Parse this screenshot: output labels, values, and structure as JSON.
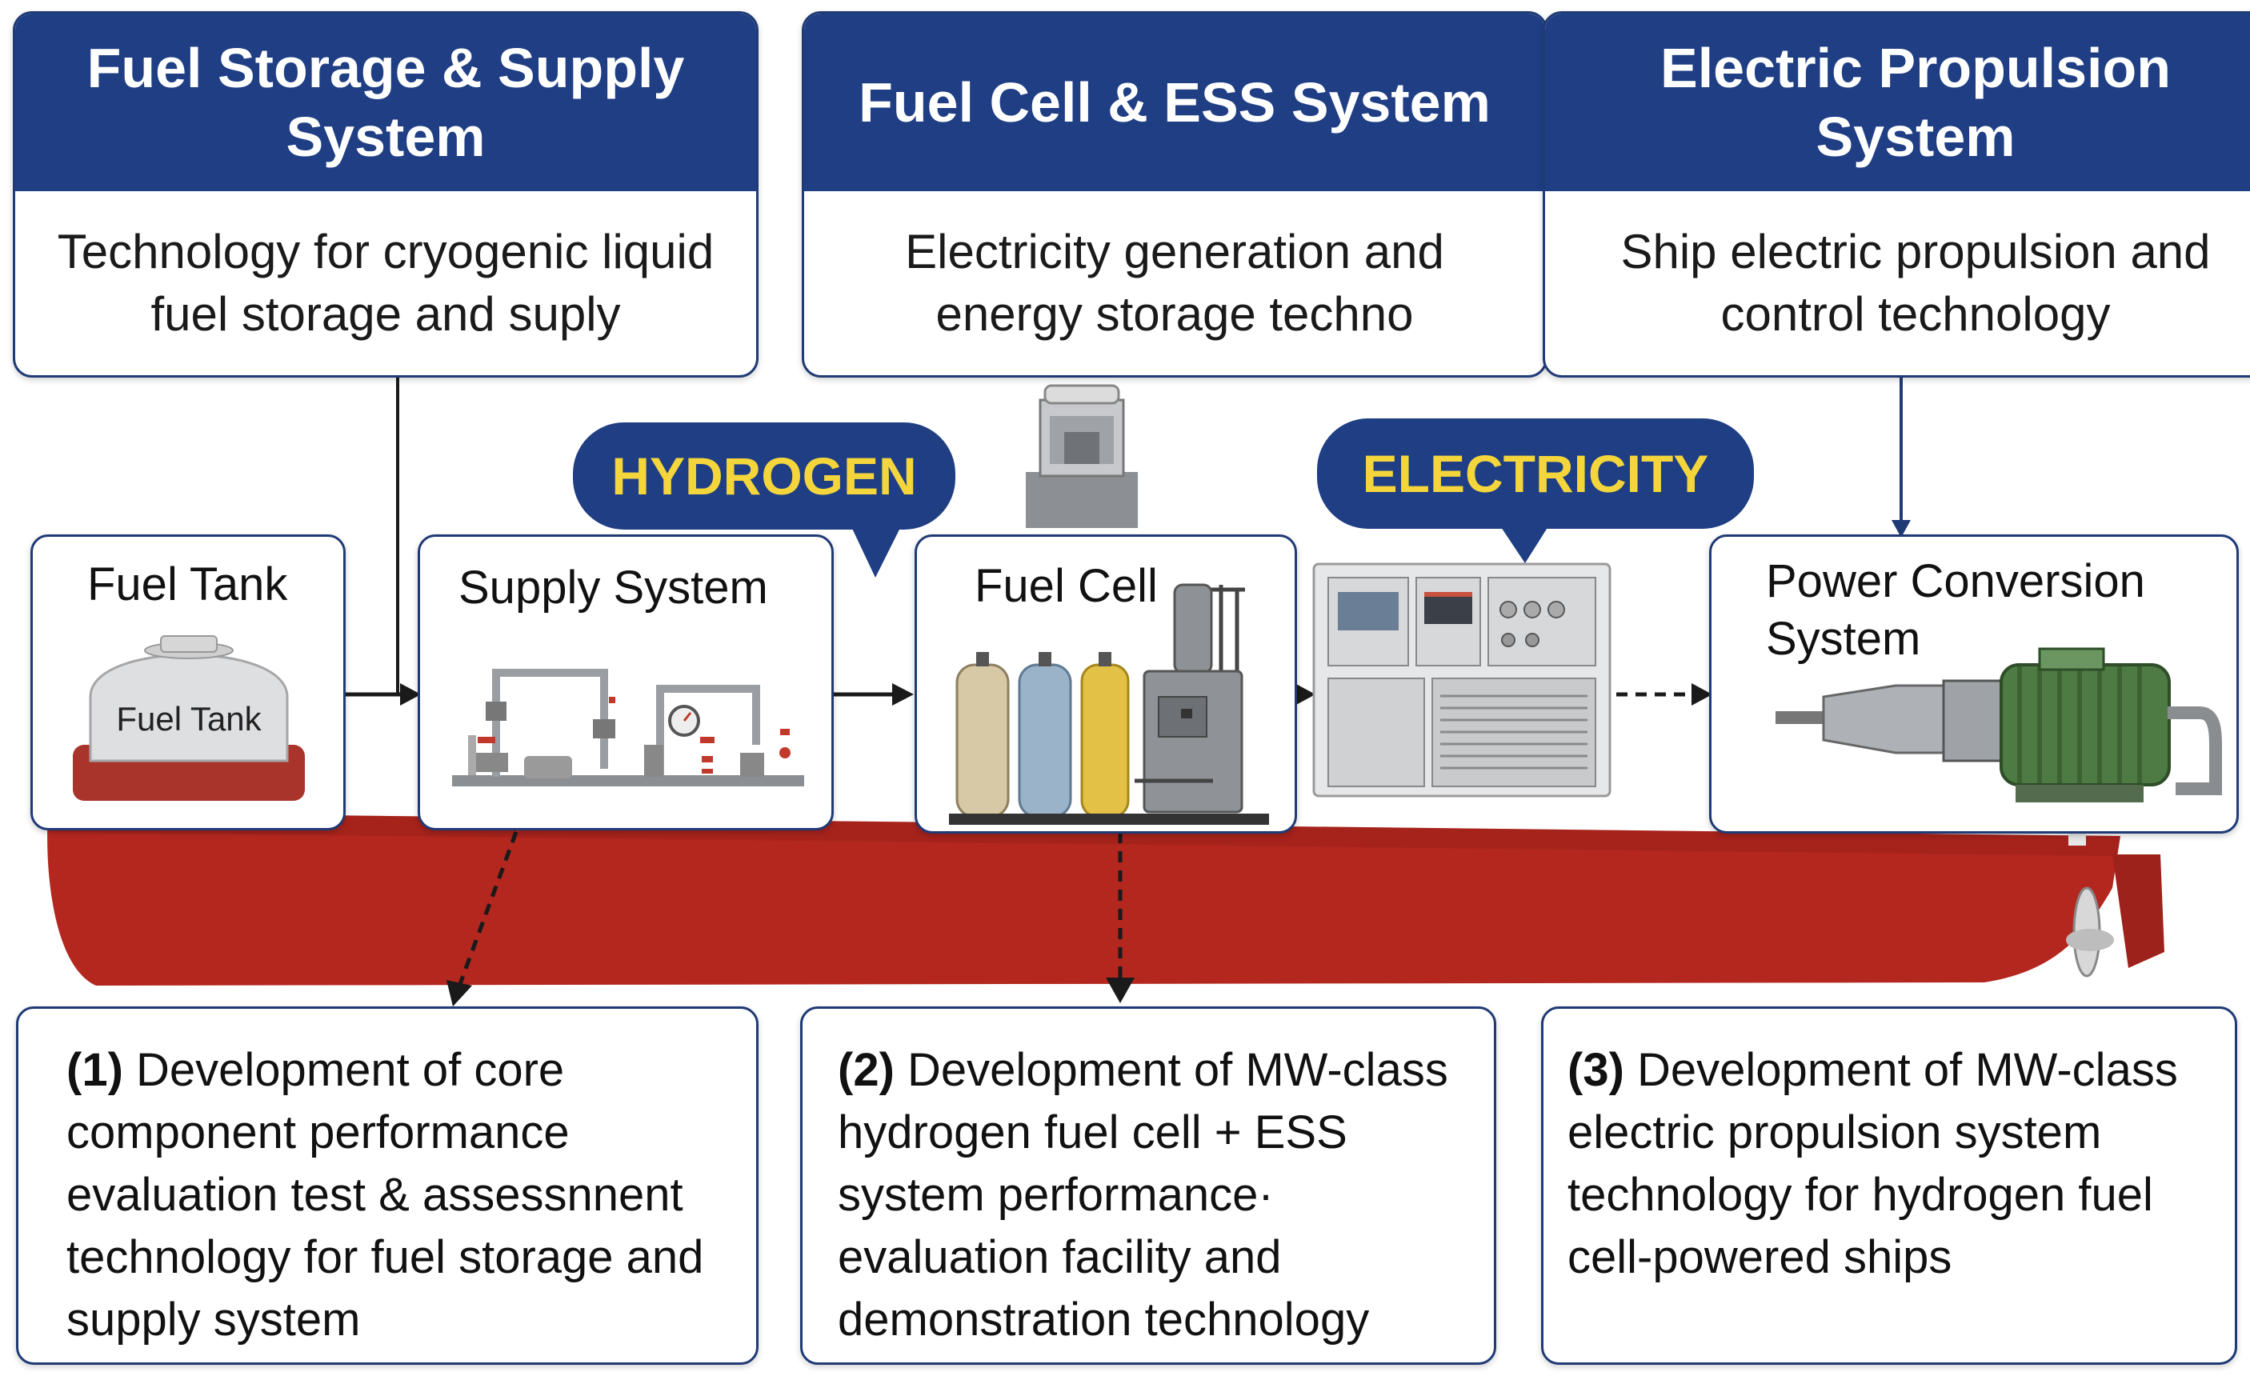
{
  "top_panels": [
    {
      "title": "Fuel Storage & Supply System",
      "description": "Technology for cryogenic liquid fuel storage and suply"
    },
    {
      "title": "Fuel Cell & ESS System",
      "description": "Electricity generation and energy storage techno"
    },
    {
      "title": "Electric Propulsion System",
      "description": "Ship electric propulsion and control technology"
    }
  ],
  "flow_labels": {
    "hydrogen": "HYDROGEN",
    "electricity": "ELECTRICITY"
  },
  "components": {
    "fuel_tank": "Fuel Tank",
    "fuel_tank_tag": "Fuel Tank",
    "supply_system": "Supply System",
    "fuel_cell": "Fuel Cell",
    "power_conversion": "Power Conversion System"
  },
  "results": [
    {
      "number": "(1)",
      "text": "Development of core component performance evaluation test & assessnnent technology for fuel storage and supply system"
    },
    {
      "number": "(2)",
      "text": "Development of MW-class hydrogen fuel cell + ESS system performance· evaluation facility and demonstration technology"
    },
    {
      "number": "(3)",
      "text": "Development of MW-class electric propulsion system technology for hydrogen fuel cell-powered ships"
    }
  ],
  "colors": {
    "navy": "#1f3e84",
    "yellow": "#f4d63c",
    "hull_red": "#b3271f"
  }
}
